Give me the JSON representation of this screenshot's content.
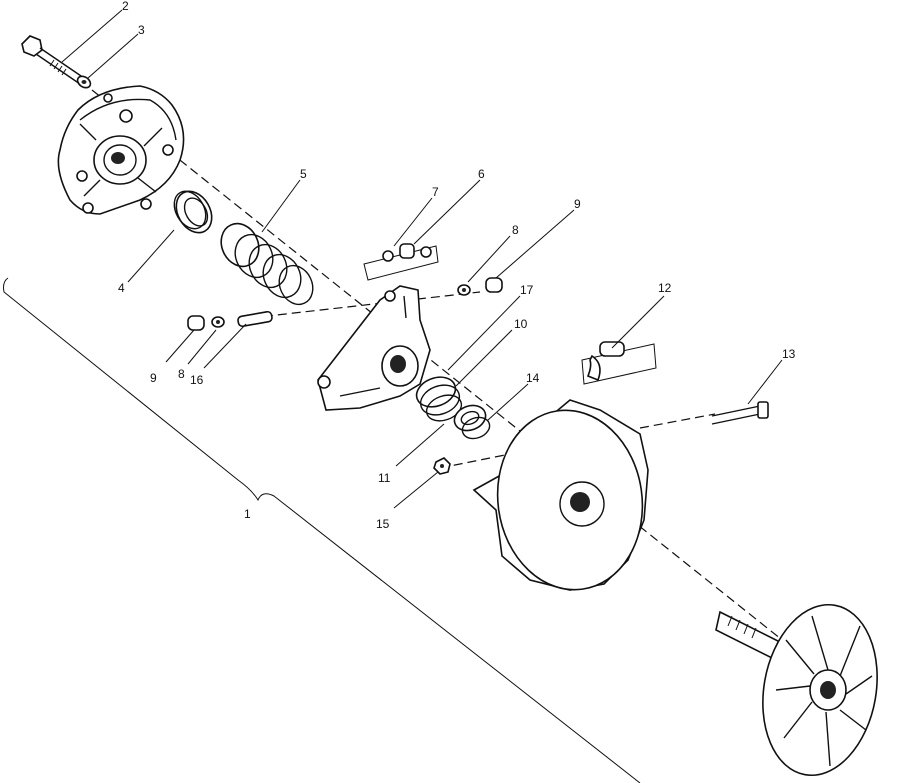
{
  "callouts": {
    "c1": "1",
    "c2": "2",
    "c3": "3",
    "c4": "4",
    "c5": "5",
    "c6": "6",
    "c7": "7",
    "c8a": "8",
    "c8b": "8",
    "c9a": "9",
    "c9b": "9",
    "c10": "10",
    "c11": "11",
    "c12": "12",
    "c13": "13",
    "c14": "14",
    "c15": "15",
    "c16": "16",
    "c17": "17"
  }
}
